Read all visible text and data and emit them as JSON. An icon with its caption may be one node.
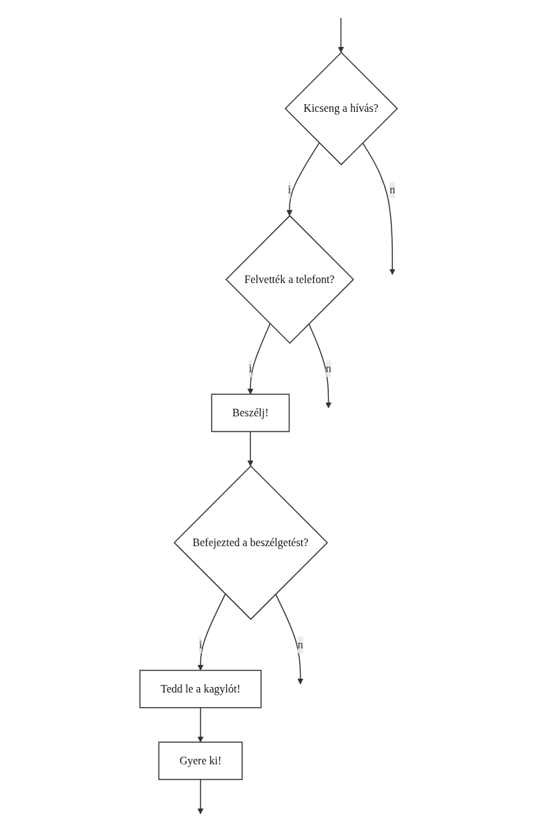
{
  "diagram": {
    "nodes": [
      {
        "text": [
          "Kicseng a hívás?"
        ]
      },
      {
        "text": [
          "Felvették a telefont?"
        ]
      },
      {
        "text": [
          "Beszélj!"
        ]
      },
      {
        "text": [
          "Befejezted a beszélgetést?"
        ]
      },
      {
        "text": [
          "Tedd le a kagylót!"
        ]
      },
      {
        "text": [
          "Gyere ki!"
        ]
      }
    ],
    "edges": [
      {
        "from": null,
        "to": 0,
        "arrow": "to"
      },
      {
        "from": 0,
        "to": 1,
        "arrow": "to",
        "label": "i"
      },
      {
        "from": 0,
        "to": null,
        "arrow": "to",
        "label": "n"
      },
      {
        "from": 1,
        "to": null,
        "arrow": "to",
        "label": "n"
      },
      {
        "from": 1,
        "to": 2,
        "arrow": "to",
        "label": "i"
      },
      {
        "from": 2,
        "to": 3,
        "arrow": "to"
      },
      {
        "from": 3,
        "to": null,
        "arrow": "to",
        "label": "n"
      },
      {
        "from": 3,
        "to": 4,
        "arrow": "to",
        "label": "i"
      },
      {
        "from": 4,
        "to": 5,
        "arrow": "to"
      },
      {
        "from": 5,
        "to": null,
        "arrow": "to"
      }
    ]
  }
}
